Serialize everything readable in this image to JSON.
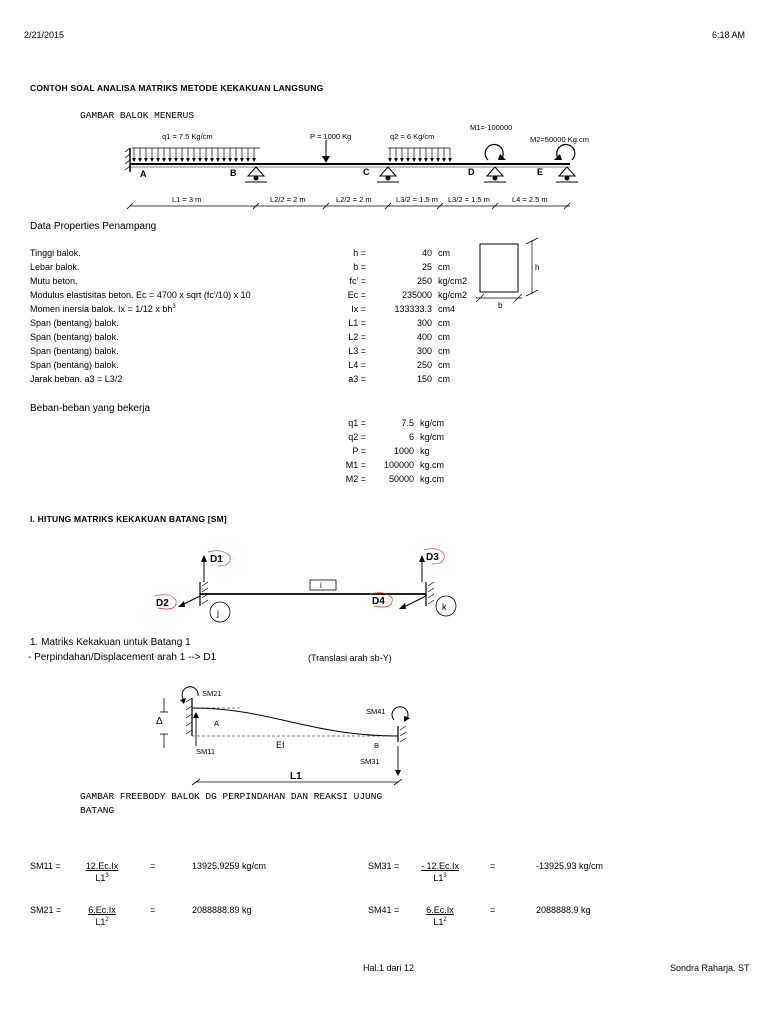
{
  "header": {
    "date": "2/21/2015",
    "time": "6:18 AM"
  },
  "title": "CONTOH SOAL ANALISA MATRIKS METODE KEKAKUAN LANGSUNG",
  "beam": {
    "caption": "GAMBAR BALOK MENERUS",
    "q1": "q1 = 7.5 Kg/cm",
    "P": "P = 1000 Kg",
    "q2": "q2 = 6 Kg/cm",
    "M1": "M1=-100000",
    "M2": "M2=50000 Kg.cm",
    "nodes": [
      "A",
      "B",
      "C",
      "D",
      "E"
    ],
    "spans": [
      "L1 = 3 m",
      "L2/2 = 2 m",
      "L2/2 = 2 m",
      "L3/2 = 1.5 m",
      "L3/2 = 1.5 m",
      "L4 = 2.5 m"
    ]
  },
  "section": {
    "h": "h",
    "b": "b"
  },
  "properties": {
    "heading": "Data Properties Penampang",
    "rows": [
      {
        "label": "Tinggi balok.",
        "sym": "h =",
        "val": "40",
        "unit": "cm"
      },
      {
        "label": "Lebar balok.",
        "sym": "b =",
        "val": "25",
        "unit": "cm"
      },
      {
        "label": "Mutu beton.",
        "sym": "fc' =",
        "val": "250",
        "unit": "kg/cm2"
      },
      {
        "label": "Modulus elastisitas beton. Ec = 4700 x sqrt (fc'/10) x 10",
        "sym": "Ec =",
        "val": "235000",
        "unit": "kg/cm2"
      },
      {
        "label": "Momen inersia balok. Ix = 1/12 x bh",
        "sup": "3",
        "sym": "Ix =",
        "val": "133333.3",
        "unit": "cm4"
      },
      {
        "label": "Span (bentang) balok.",
        "sym": "L1 =",
        "val": "300",
        "unit": "cm"
      },
      {
        "label": "Span (bentang) balok.",
        "sym": "L2 =",
        "val": "400",
        "unit": "cm"
      },
      {
        "label": "Span (bentang) balok.",
        "sym": "L3 =",
        "val": "300",
        "unit": "cm"
      },
      {
        "label": "Span (bentang) balok.",
        "sym": "L4 =",
        "val": "250",
        "unit": "cm"
      },
      {
        "label": "Jarak beban. a3 = L3/2",
        "sym": "a3 =",
        "val": "150",
        "unit": "cm"
      }
    ]
  },
  "loads": {
    "heading": "Beban-beban yang bekerja",
    "rows": [
      {
        "sym": "q1 =",
        "val": "7.5",
        "unit": "kg/cm"
      },
      {
        "sym": "q2 =",
        "val": "6",
        "unit": "kg/cm"
      },
      {
        "sym": "P =",
        "val": "1000",
        "unit": "kg"
      },
      {
        "sym": "M1 =",
        "val": "100000",
        "unit": "kg.cm"
      },
      {
        "sym": "M2 =",
        "val": "50000",
        "unit": "kg.cm"
      }
    ]
  },
  "section1": {
    "heading": "I. HITUNG MATRIKS KEKAKUAN BATANG [SM]",
    "dof": {
      "D1": "D1",
      "D2": "D2",
      "D3": "D3",
      "D4": "D4",
      "i": "i",
      "j": "j",
      "k": "k"
    }
  },
  "batang1": {
    "heading": "1. Matriks Kekakuan untuk Batang 1",
    "sub": " - Perpindahan/Displacement arah 1  --> D1",
    "note": "(Translasi arah sb-Y)",
    "labels": {
      "SM21": "SM21",
      "SM11": "SM11",
      "SM41": "SM41",
      "SM31": "SM31",
      "A": "A",
      "B": "B",
      "EI": "EI",
      "L1": "L1",
      "delta": "Δ"
    },
    "caption1": "GAMBAR FREEBODY BALOK DG PERPINDAHAN DAN REAKSI UJUNG",
    "caption2": "BATANG"
  },
  "equations": [
    {
      "lhs": "SM11 =",
      "num": "12.Ec.Ix",
      "den": "L1",
      "pow": "3",
      "eq": "=",
      "val": "13925.9259 kg/cm"
    },
    {
      "lhs": "SM31 =",
      "num": "- 12.Ec.Ix",
      "den": "L1",
      "pow": "3",
      "eq": "=",
      "val": "-13925.93 kg/cm"
    },
    {
      "lhs": "SM21 =",
      "num": "6.Ec.Ix",
      "den": "L1",
      "pow": "2",
      "eq": "=",
      "val": "2088888.89 kg"
    },
    {
      "lhs": "SM41 =",
      "num": "6.Ec.Ix",
      "den": "L1",
      "pow": "2",
      "eq": "=",
      "val": "2088888.9 kg"
    }
  ],
  "footer": {
    "page": "Hal.1 dari 12",
    "author": "Sondra Raharja. ST"
  }
}
